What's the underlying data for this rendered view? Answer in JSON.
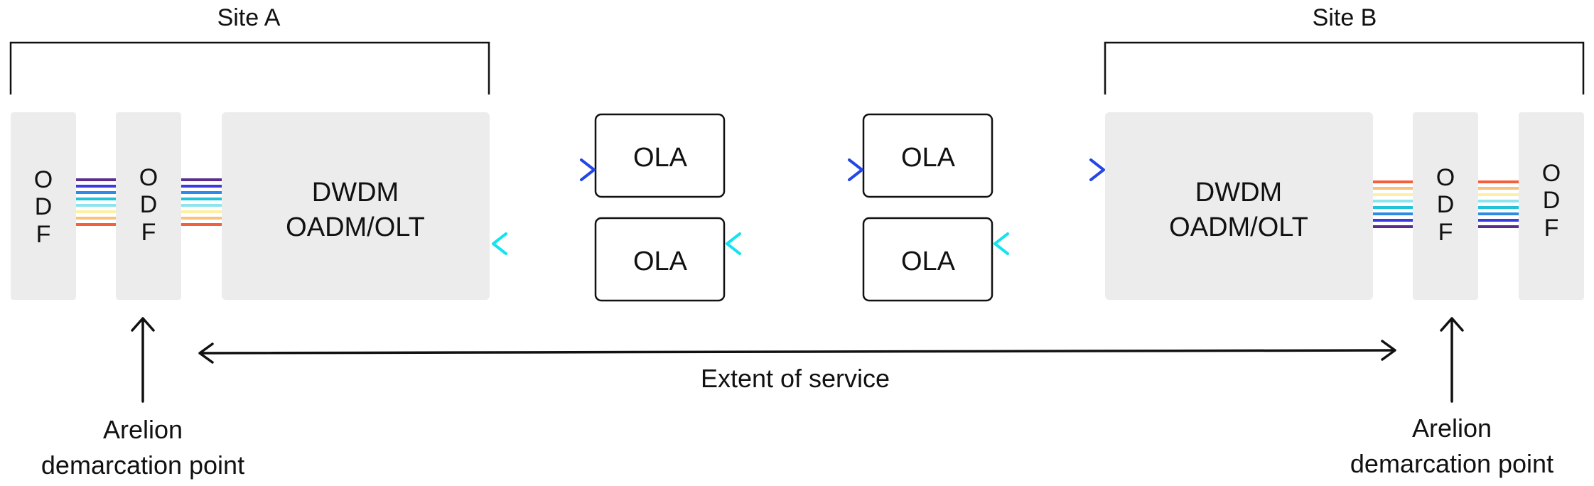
{
  "sites": {
    "a_label": "Site A",
    "b_label": "Site B"
  },
  "odf": {
    "letters": [
      "O",
      "D",
      "F"
    ]
  },
  "dwdm": {
    "line1": "DWDM",
    "line2": "OADM/OLT"
  },
  "ola": {
    "label": "OLA"
  },
  "extent": {
    "label": "Extent of service"
  },
  "demarcation": {
    "line1": "Arelion",
    "line2": "demarcation point"
  },
  "colors": {
    "panel": "#ececec",
    "line": "#111111",
    "arrow_start": "#14e3ee",
    "arrow_end": "#2447e4",
    "fiber": [
      "#5b2d8e",
      "#3a3ae0",
      "#2e8ae6",
      "#22c2d8",
      "#8ee3ee",
      "#fdf0a4",
      "#f9c27a",
      "#f3603c"
    ]
  }
}
